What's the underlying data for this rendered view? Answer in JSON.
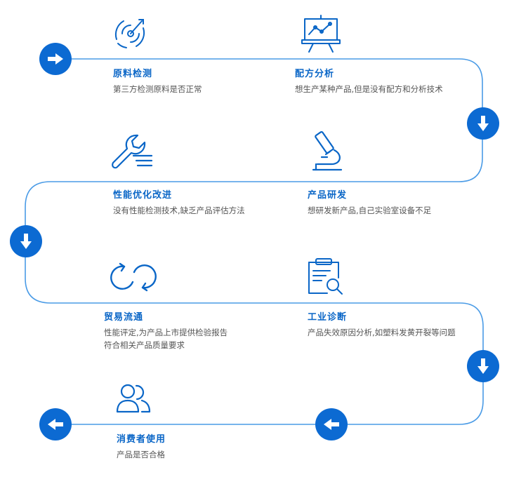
{
  "colors": {
    "accent": "#0c6ad2",
    "path": "#4a9be6",
    "icon": "#0a66c7",
    "text": "#555555"
  },
  "steps": [
    {
      "title": "原料检测",
      "desc": [
        "第三方检测原料是否正常"
      ],
      "icon": "radar-icon"
    },
    {
      "title": "配方分析",
      "desc": [
        "想生产某种产品,但是没有配方和分析技术"
      ],
      "icon": "presentation-chart-icon"
    },
    {
      "title": "性能优化改进",
      "desc": [
        "没有性能检测技术,缺乏产品评估方法"
      ],
      "icon": "wrench-icon"
    },
    {
      "title": "产品研发",
      "desc": [
        "想研发新产品,自己实验室设备不足"
      ],
      "icon": "microscope-icon"
    },
    {
      "title": "贸易流通",
      "desc": [
        "性能评定,为产品上市提供检验报告",
        "符合相关产品质量要求"
      ],
      "icon": "recycle-arrows-icon"
    },
    {
      "title": "工业诊断",
      "desc": [
        "产品失效原因分析,如塑料发黄开裂等问题"
      ],
      "icon": "clipboard-search-icon"
    },
    {
      "title": "消费者使用",
      "desc": [
        "产品是否合格"
      ],
      "icon": "users-icon"
    }
  ],
  "arrows": [
    "arrow-right-icon",
    "arrow-down-icon",
    "arrow-down-icon",
    "arrow-down-icon",
    "arrow-left-icon",
    "arrow-left-icon"
  ]
}
